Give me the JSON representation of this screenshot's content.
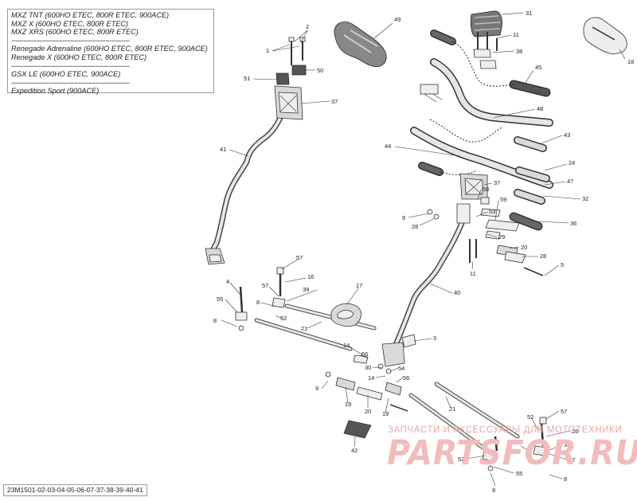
{
  "legend": {
    "lines": [
      "MXZ TNT (600HO ETEC, 800R ETEC, 900ACE)",
      "MXZ X (600HO ETEC, 800R ETEC)",
      "MXZ XRS (600HO ETEC, 800R ETEC)",
      "----------------------------------------------------------",
      "Renegade Adrenaline (600HO ETEC, 800R ETEC, 900ACE)",
      "Renegade X (600HO ETEC, 800R ETEC)",
      "----------------------------------------------------------",
      "GSX LE (600HO ETEC, 900ACE)",
      "----------------------------------------------------------",
      "Expedition Sport (900ACE)"
    ]
  },
  "diagram_code": "23M1501-02-03-04-05-06-07-37-38-39-40-41",
  "watermark": {
    "top": "ЗАПЧАСТИ И АКСЕССУАРЫ ДЛЯ МОТОТЕХНИКИ",
    "main": "PARTSFOR.RU"
  },
  "callouts": {
    "c1": "1",
    "c2": "2",
    "c51": "51",
    "c50": "50",
    "c37a": "37",
    "c41": "41",
    "c49": "49",
    "c31": "31",
    "c11a": "11",
    "c38": "38",
    "c18": "18",
    "c45": "45",
    "c48": "48",
    "c43": "43",
    "c44": "44",
    "c24": "24",
    "c47": "47",
    "c37b": "37",
    "c58": "58",
    "c32": "32",
    "c9a": "9",
    "c28a": "28",
    "c53": "53",
    "c59": "59",
    "c36": "36",
    "c29": "29",
    "c20a": "20",
    "c28b": "28",
    "c5": "5",
    "c11b": "11",
    "c40": "40",
    "c57a": "57",
    "c16a": "16",
    "c57b": "57",
    "c39a": "39",
    "c4a": "4",
    "c8a": "8",
    "c55a": "55",
    "c8b": "8",
    "c52a": "52",
    "c17": "17",
    "c21a": "21",
    "c14a": "14",
    "c56a": "56",
    "c3": "3",
    "c30": "30",
    "c54": "54",
    "c14b": "14",
    "c56b": "56",
    "c9b": "9",
    "c19a": "19",
    "c20b": "20",
    "c19b": "19",
    "c21b": "21",
    "c42": "42",
    "c52b": "52",
    "c57c": "57",
    "c16b": "16",
    "c39b": "39",
    "c57d": "57",
    "c4b": "4",
    "c52c": "52",
    "c55b": "55",
    "c8c": "8",
    "c8d": "8"
  }
}
